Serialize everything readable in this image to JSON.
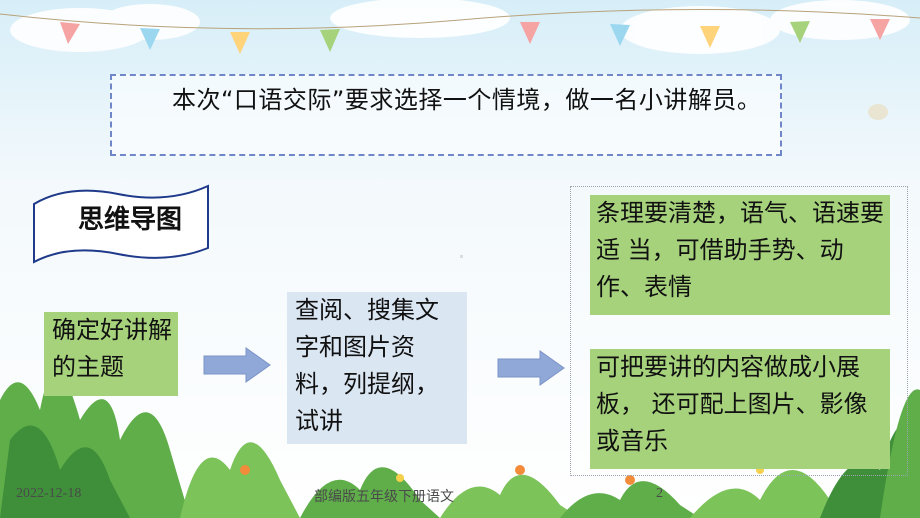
{
  "intro": {
    "text": "本次“口语交际”要求选择一个情境，做一名小讲解员。"
  },
  "mindmap": {
    "title": "思维导图",
    "topic": "确定好讲解的主题",
    "process": "查阅、搜集文字和图片资料，列提纲，试讲",
    "tips": [
      "条理要清楚，语气、语速要适 当，可借助手势、动作、表情",
      "可把要讲的内容做成小展板， 还可配上图片、影像或音乐"
    ]
  },
  "footer": {
    "date": "2022-12-18",
    "subject": "部编版五年级下册语文",
    "page": "2"
  },
  "colors": {
    "green_box": "#a6d27c",
    "blue_box": "#dbe6f3",
    "arrow": "#8fa8d8",
    "dashed_border": "#6f86c9"
  }
}
